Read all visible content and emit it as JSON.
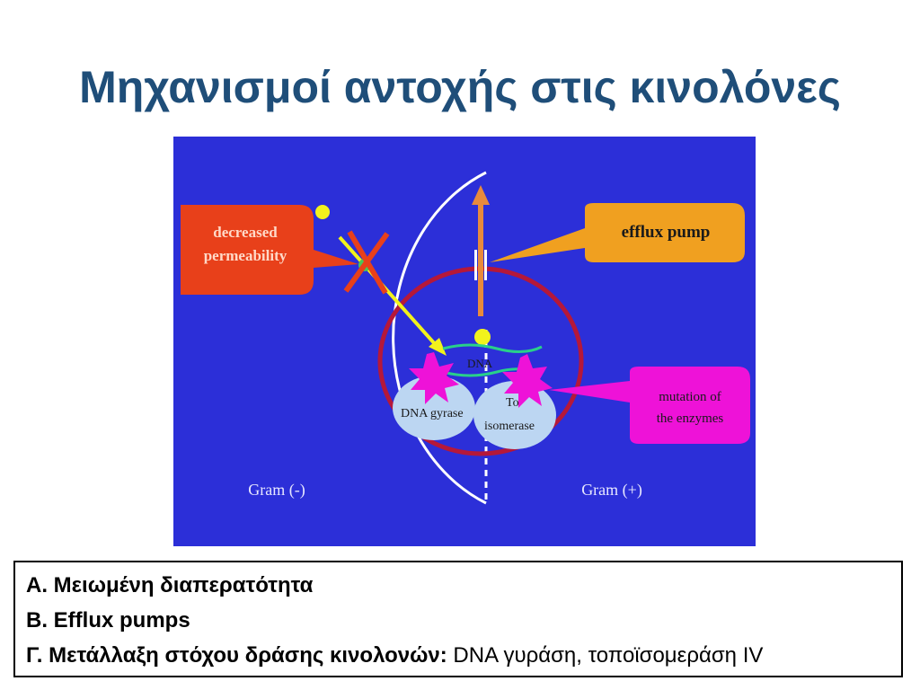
{
  "slide": {
    "title": "Μηχανισμοί αντοχής στις κινολόνες"
  },
  "diagram": {
    "callout_decreased_line1": "decreased",
    "callout_decreased_line2": "permeability",
    "callout_efflux": "efflux pump",
    "callout_mutation_line1": "mutation of",
    "callout_mutation_line2": "the enzymes",
    "label_dna": "DNA",
    "label_dna_gyrase": "DNA gyrase",
    "label_topo_line1": "To",
    "label_topo_line2": "isomerase",
    "label_gram_neg": "Gram (-)",
    "label_gram_pos": "Gram (+)",
    "colors": {
      "background": "#2c2fd8",
      "red_callout": "#e8401a",
      "orange_callout": "#f0a020",
      "magenta_callout": "#ee12d8",
      "membrane": "#b5183a",
      "drug": "#f2f21c",
      "enzyme": "#bcd6f2"
    }
  },
  "notes": [
    {
      "bold": "A. Μειωμένη διαπερατότητα",
      "normal": ""
    },
    {
      "bold": "B. Efflux pumps",
      "normal": ""
    },
    {
      "bold": "Γ. Μετάλλαξη στόχου δράσης κινολονών:",
      "normal": " DNA γυράση, τοποϊσομεράση IV"
    }
  ]
}
